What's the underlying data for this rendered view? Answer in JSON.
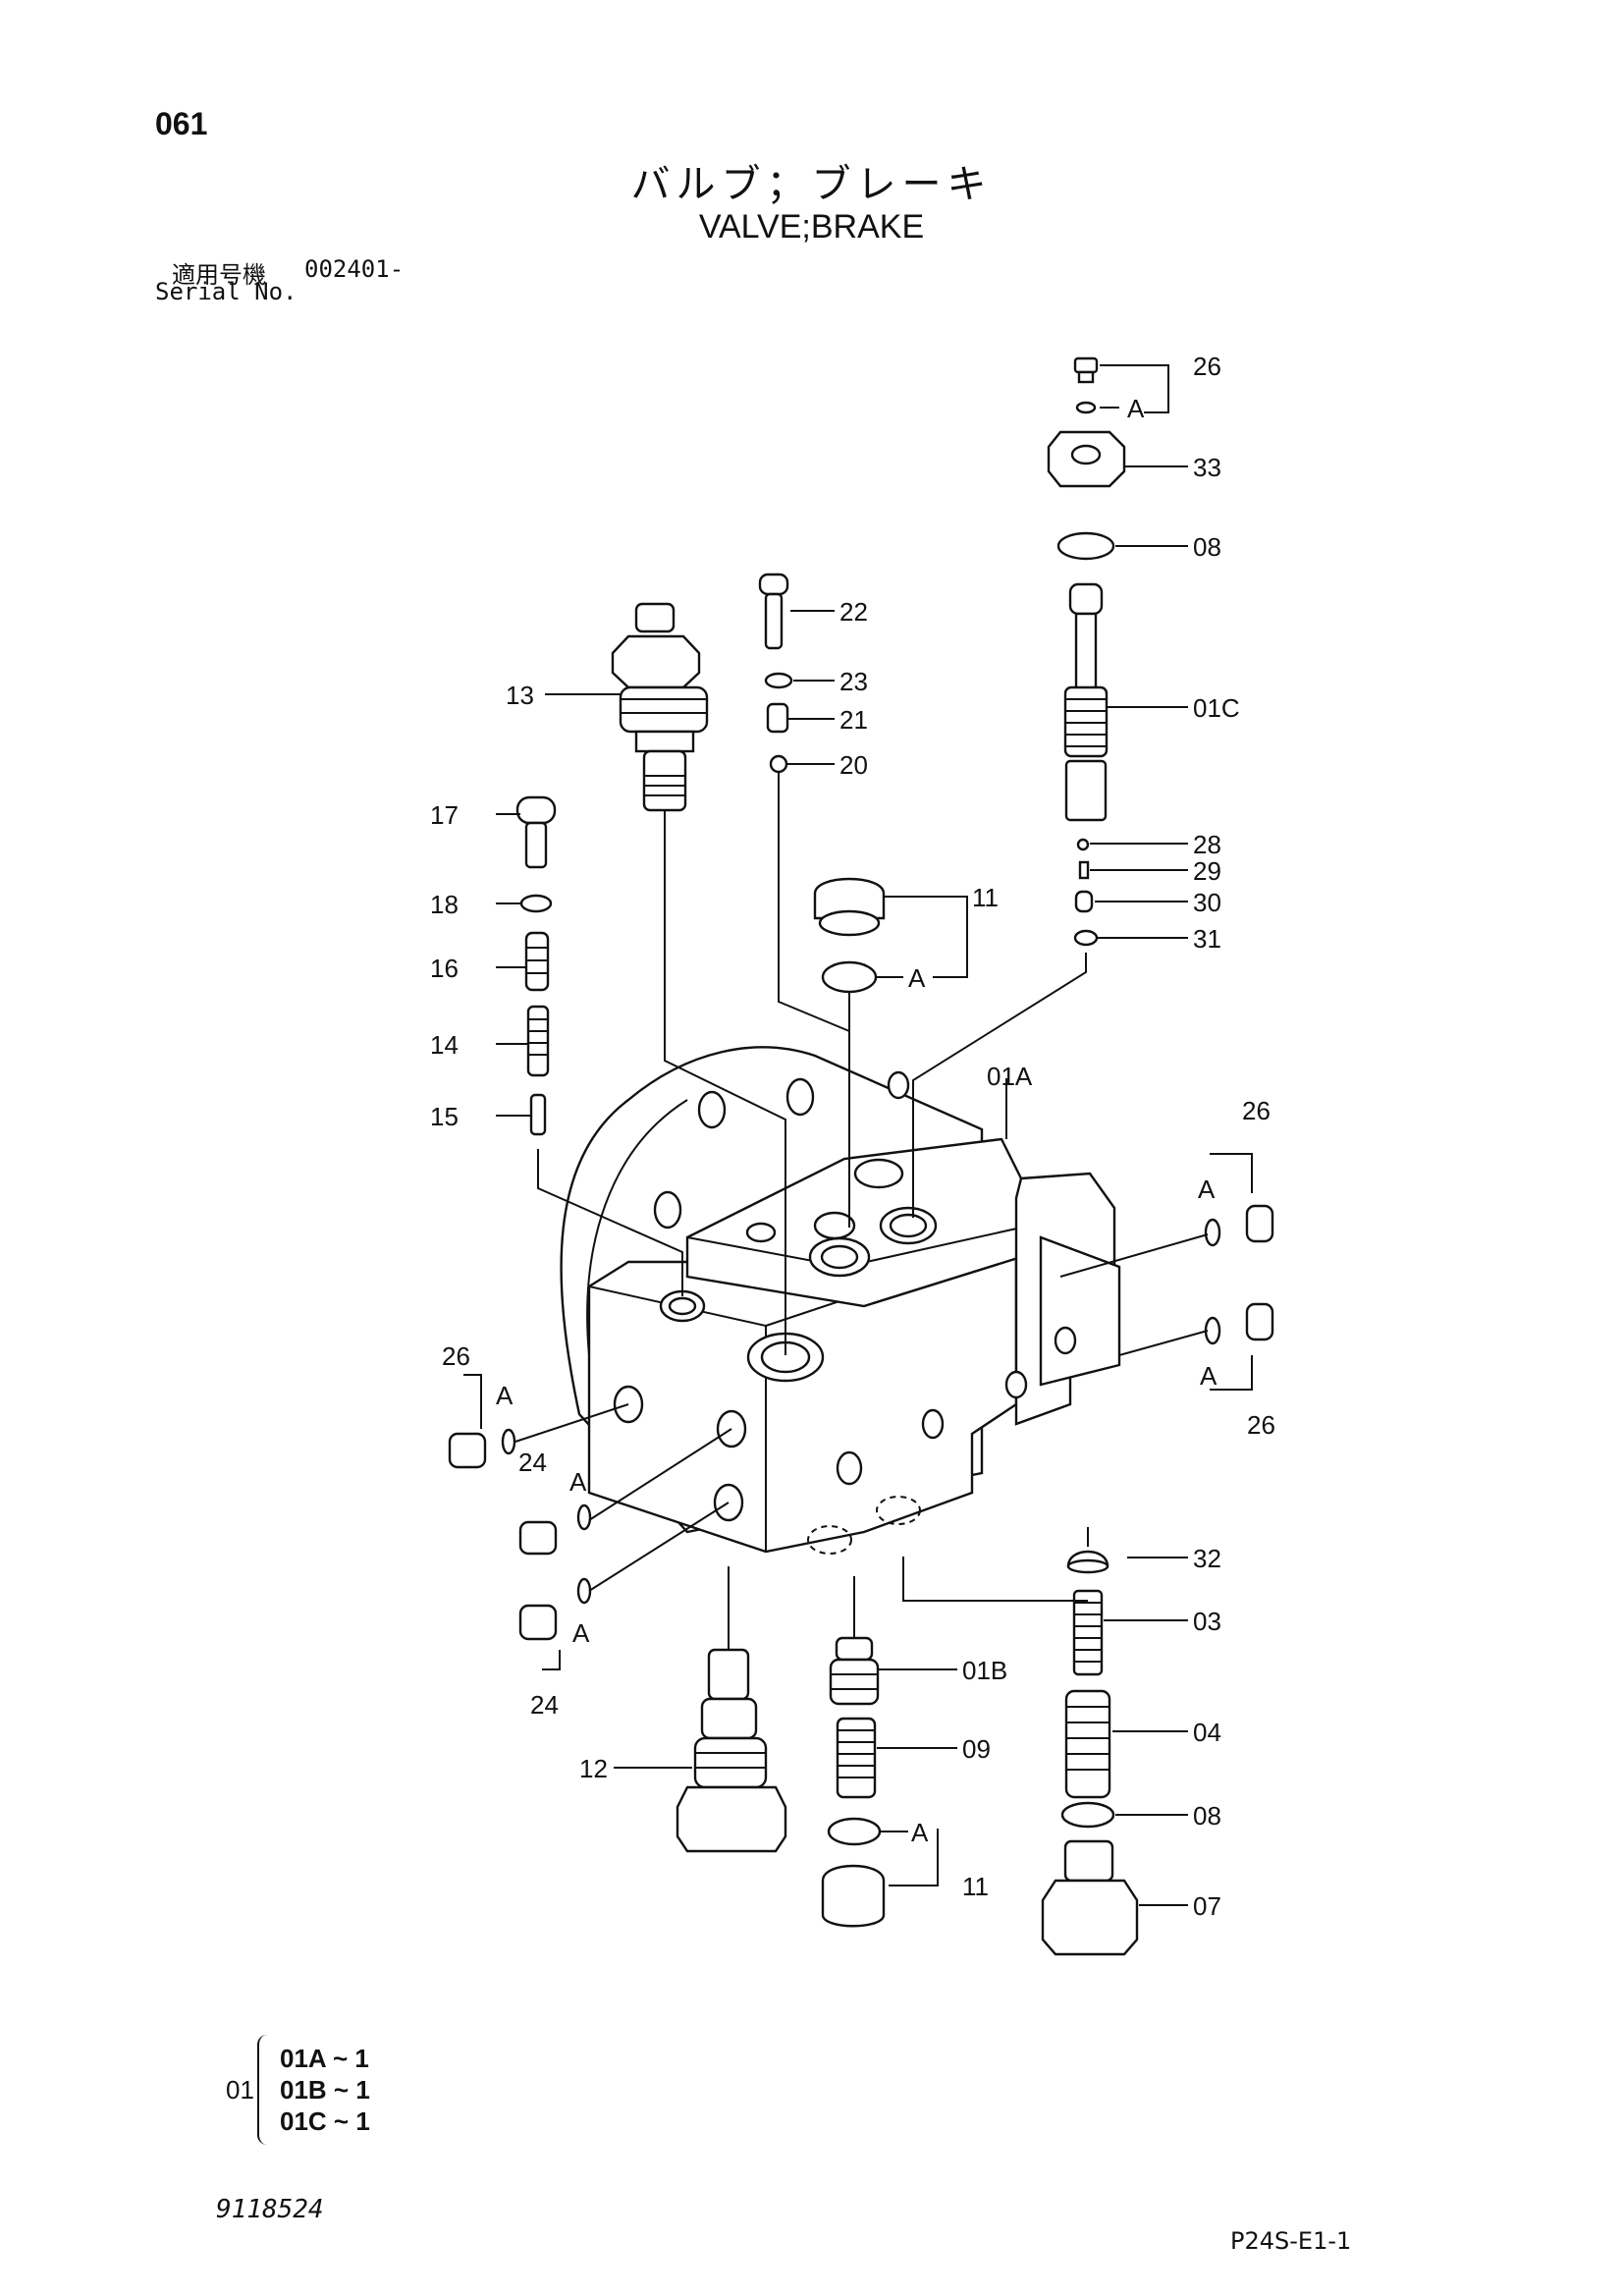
{
  "header": {
    "page_no": "061",
    "title_jp": "バルブ；ブレーキ",
    "title_en": "VALVE;BRAKE",
    "serial_label_jp": "適用号機",
    "serial_value": "002401-",
    "serial_label_en": "Serial No."
  },
  "callouts": {
    "c26_top": "26",
    "a_top": "A",
    "c33": "33",
    "c08_top": "08",
    "c22": "22",
    "c23": "23",
    "c21": "21",
    "c20": "20",
    "c13": "13",
    "c01C": "01C",
    "c17": "17",
    "c18": "18",
    "c16": "16",
    "c14": "14",
    "c15": "15",
    "c28": "28",
    "c29": "29",
    "c30": "30",
    "c31": "31",
    "c11_top": "11",
    "a_11_top": "A",
    "c01A": "01A",
    "c26_right1": "26",
    "a_right1": "A",
    "a_right2": "A",
    "c26_right2": "26",
    "c26_left": "26",
    "a_left1": "A",
    "c24_left1": "24",
    "a_left2": "A",
    "a_left3": "A",
    "c24_left2": "24",
    "c32": "32",
    "c03": "03",
    "c01B": "01B",
    "c09": "09",
    "c12": "12",
    "c04": "04",
    "c08_bottom": "08",
    "a_11_bottom": "A",
    "c11_bottom": "11",
    "c07": "07"
  },
  "kit": {
    "parent": "01",
    "rows": [
      "01A ~ 1",
      "01B ~ 1",
      "01C ~ 1"
    ]
  },
  "footer": {
    "drawing_no": "9118524",
    "page_id": "P24S-E1-1"
  }
}
